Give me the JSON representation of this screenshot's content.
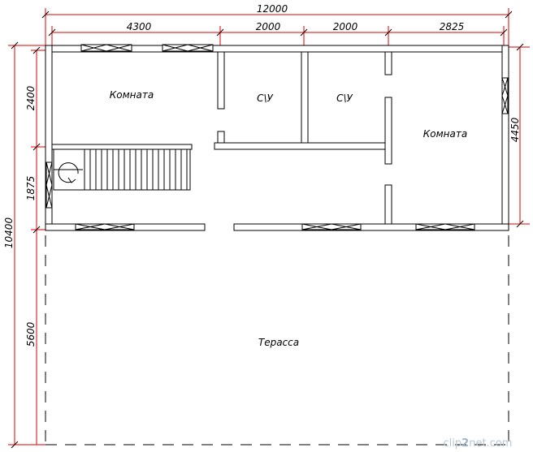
{
  "dimensions": {
    "overall_width": "12000",
    "top_segments": [
      "4300",
      "2000",
      "2000",
      "2825"
    ],
    "overall_height": "10400",
    "left_segments": [
      "2400",
      "1875",
      "5600"
    ],
    "right_segment": "4450"
  },
  "rooms": {
    "room_left": "Комната",
    "bathroom_1": "С\\У",
    "bathroom_2": "С\\У",
    "room_right": "Комната",
    "terrace": "Терасса"
  },
  "watermark": {
    "part1": "clip",
    "part2": "2",
    "part3": "net",
    "part4": ".com"
  },
  "colors": {
    "dimension_lines": "#e00000",
    "walls": "#000000",
    "window_frames": "#000000"
  }
}
